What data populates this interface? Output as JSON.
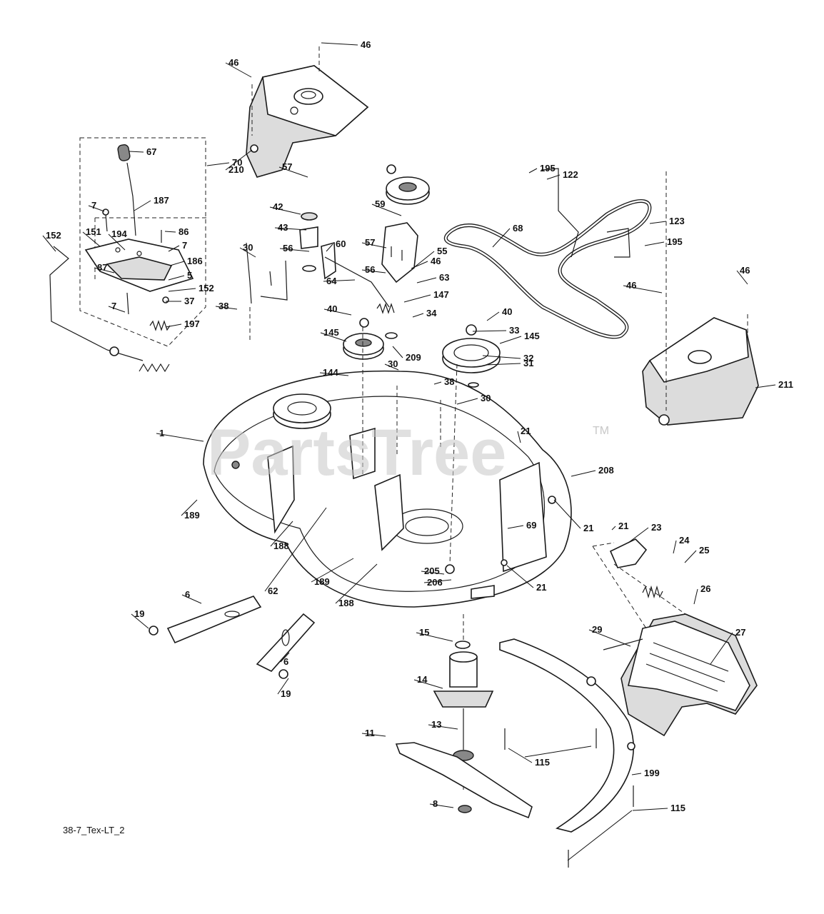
{
  "watermark": {
    "text": "PartsTree",
    "trademark": "TM"
  },
  "figure_id": "38-7_Tex-LT_2",
  "callouts": [
    {
      "label": "46"
    },
    {
      "label": "46"
    },
    {
      "label": "210"
    },
    {
      "label": "67"
    },
    {
      "label": "70"
    },
    {
      "label": "187"
    },
    {
      "label": "7"
    },
    {
      "label": "86"
    },
    {
      "label": "152"
    },
    {
      "label": "151"
    },
    {
      "label": "194"
    },
    {
      "label": "7"
    },
    {
      "label": "186"
    },
    {
      "label": "87"
    },
    {
      "label": "5"
    },
    {
      "label": "152"
    },
    {
      "label": "37"
    },
    {
      "label": "7"
    },
    {
      "label": "197"
    },
    {
      "label": "57"
    },
    {
      "label": "42"
    },
    {
      "label": "43"
    },
    {
      "label": "56"
    },
    {
      "label": "60"
    },
    {
      "label": "64"
    },
    {
      "label": "30"
    },
    {
      "label": "38"
    },
    {
      "label": "40"
    },
    {
      "label": "145"
    },
    {
      "label": "59"
    },
    {
      "label": "57"
    },
    {
      "label": "55"
    },
    {
      "label": "46"
    },
    {
      "label": "56"
    },
    {
      "label": "63"
    },
    {
      "label": "147"
    },
    {
      "label": "34"
    },
    {
      "label": "40"
    },
    {
      "label": "145"
    },
    {
      "label": "209"
    },
    {
      "label": "144"
    },
    {
      "label": "30"
    },
    {
      "label": "38"
    },
    {
      "label": "30"
    },
    {
      "label": "33"
    },
    {
      "label": "32"
    },
    {
      "label": "31"
    },
    {
      "label": "195"
    },
    {
      "label": "122"
    },
    {
      "label": "68"
    },
    {
      "label": "123"
    },
    {
      "label": "195"
    },
    {
      "label": "46"
    },
    {
      "label": "46"
    },
    {
      "label": "211"
    },
    {
      "label": "1"
    },
    {
      "label": "21"
    },
    {
      "label": "208"
    },
    {
      "label": "21"
    },
    {
      "label": "189"
    },
    {
      "label": "188"
    },
    {
      "label": "62"
    },
    {
      "label": "189"
    },
    {
      "label": "188"
    },
    {
      "label": "69"
    },
    {
      "label": "205"
    },
    {
      "label": "206"
    },
    {
      "label": "21"
    },
    {
      "label": "21"
    },
    {
      "label": "23"
    },
    {
      "label": "24"
    },
    {
      "label": "25"
    },
    {
      "label": "26"
    },
    {
      "label": "6"
    },
    {
      "label": "19"
    },
    {
      "label": "6"
    },
    {
      "label": "19"
    },
    {
      "label": "15"
    },
    {
      "label": "14"
    },
    {
      "label": "13"
    },
    {
      "label": "11"
    },
    {
      "label": "8"
    },
    {
      "label": "29"
    },
    {
      "label": "27"
    },
    {
      "label": "115"
    },
    {
      "label": "199"
    },
    {
      "label": "115"
    }
  ]
}
